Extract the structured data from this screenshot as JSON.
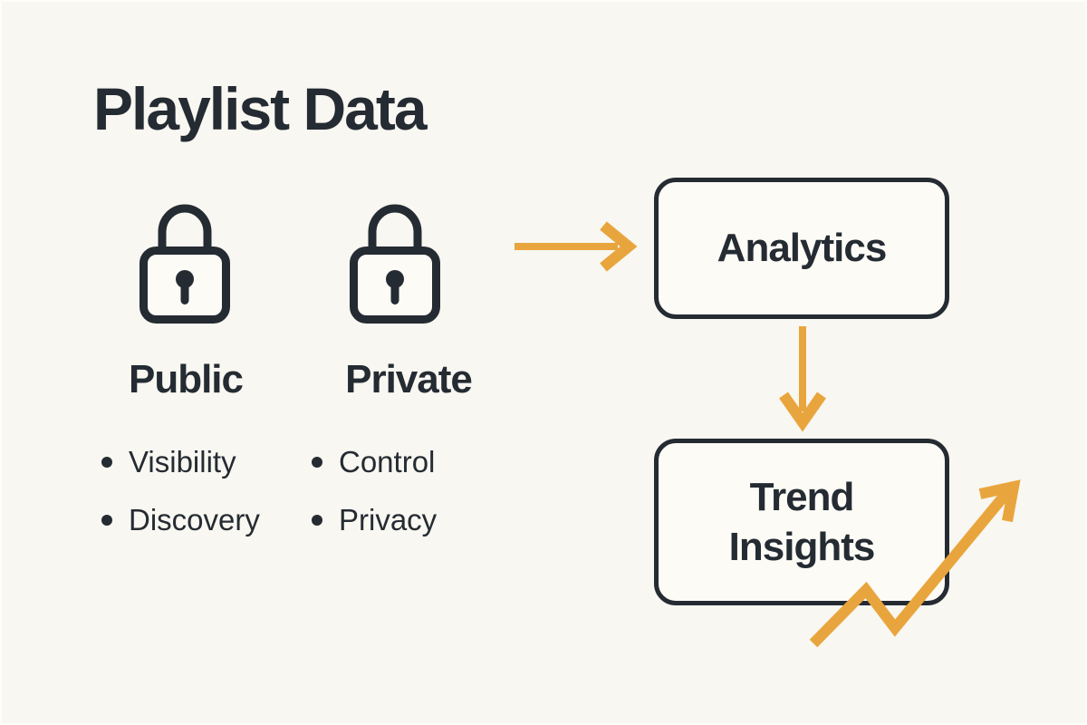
{
  "title": "Playlist Data",
  "colors": {
    "background": "#f8f7f1",
    "ink": "#252b32",
    "accent": "#e9a53d",
    "box_fill": "#fcfbf6"
  },
  "categories": [
    {
      "label": "Public",
      "icon": "lock-icon",
      "bullets": [
        "Visibility",
        "Discovery"
      ]
    },
    {
      "label": "Private",
      "icon": "lock-icon",
      "bullets": [
        "Control",
        "Privacy"
      ]
    }
  ],
  "flow": {
    "analytics": {
      "label": "Analytics"
    },
    "trend": {
      "lines": [
        "Trend",
        "Insights"
      ]
    },
    "connectors": [
      "arrow-right-icon",
      "arrow-down-icon",
      "trend-up-arrow-icon"
    ]
  }
}
